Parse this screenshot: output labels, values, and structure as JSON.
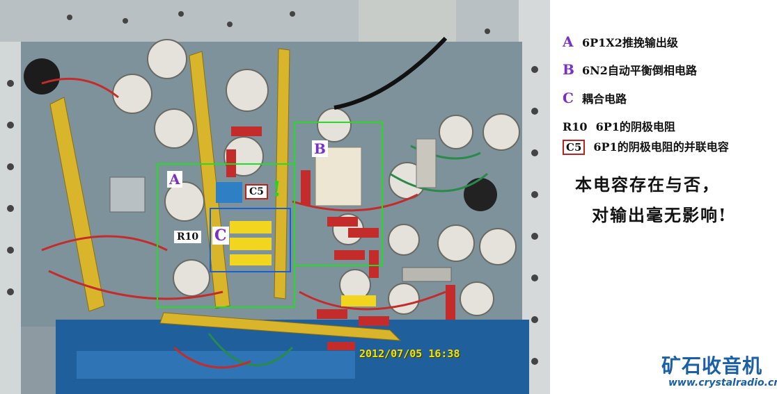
{
  "photo": {
    "box_a_color": "#22dd22",
    "box_b_color": "#22dd22",
    "box_c_color": "#1a5fd0",
    "c5_border_color": "#c0201c"
  },
  "photo_labels": {
    "a": "A",
    "b": "B",
    "c": "C",
    "c5": "C5",
    "r10": "R10",
    "mark": "!"
  },
  "timestamp": "2012/07/05 16:38",
  "legend": [
    {
      "key": "A",
      "text": "6P1X2推挽输出级"
    },
    {
      "key": "B",
      "text": "6N2自动平衡倒相电路"
    },
    {
      "key": "C",
      "text": "耦合电路"
    },
    {
      "key": "R10",
      "text": "6P1的阴极电阻"
    },
    {
      "key": "C5",
      "text": "6P1的阴极电阻的并联电容"
    }
  ],
  "remark": {
    "line1": "本电容存在与否，",
    "line2": "对输出毫无影响!"
  },
  "watermark": {
    "brand": "矿石收音机",
    "url": "www.crystalradio.cn",
    "color": "#1a5fa8"
  }
}
